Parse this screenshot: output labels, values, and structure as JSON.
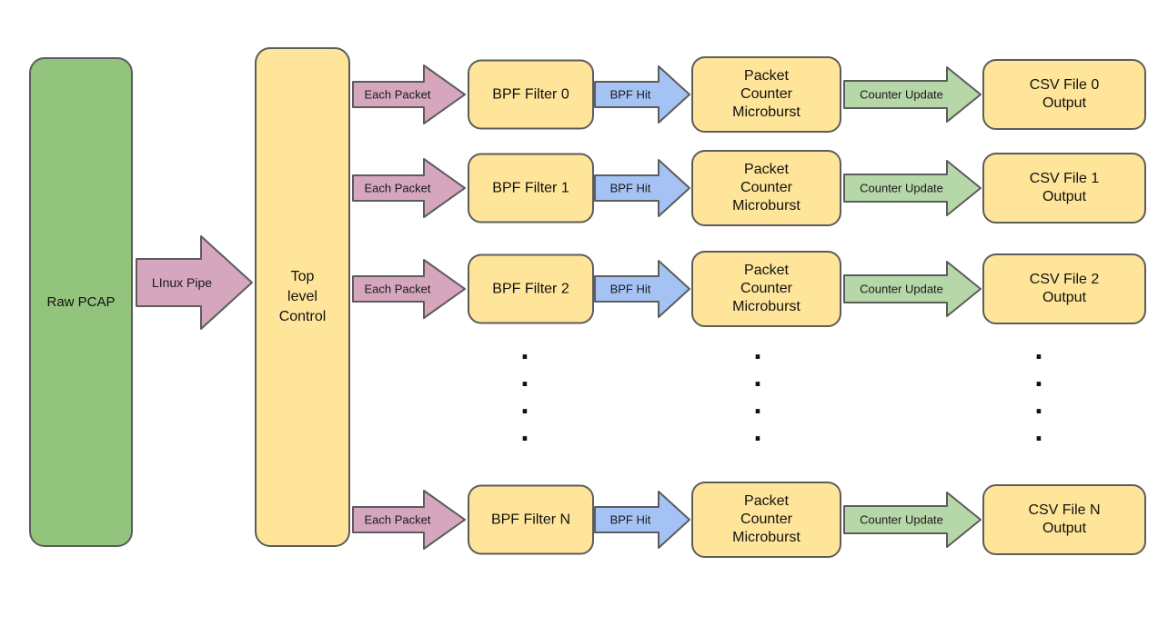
{
  "colors": {
    "background": "#ffffff",
    "source_box_fill": "#93c47d",
    "process_box_fill": "#ffe599",
    "packet_arrow_fill": "#d5a6bd",
    "hit_arrow_fill": "#a4c2f4",
    "update_arrow_fill": "#b6d7a8",
    "stroke": "#5c5c5c",
    "text": "#111111"
  },
  "diagram": {
    "source_box": "Raw PCAP",
    "pipe_arrow_label": "LInux Pipe",
    "control_box": "Top\nlevel\nControl",
    "ellipsis_dot": ".",
    "rows": [
      {
        "packet_label": "Each Packet",
        "filter": "BPF Filter 0",
        "hit_label": "BPF Hit",
        "counter": "Packet\nCounter\nMicroburst",
        "update_label": "Counter Update",
        "output": "CSV File 0\nOutput"
      },
      {
        "packet_label": "Each Packet",
        "filter": "BPF Filter 1",
        "hit_label": "BPF Hit",
        "counter": "Packet\nCounter\nMicroburst",
        "update_label": "Counter Update",
        "output": "CSV File 1\nOutput"
      },
      {
        "packet_label": "Each Packet",
        "filter": "BPF Filter 2",
        "hit_label": "BPF Hit",
        "counter": "Packet\nCounter\nMicroburst",
        "update_label": "Counter Update",
        "output": "CSV File 2\nOutput"
      },
      {
        "packet_label": "Each Packet",
        "filter": "BPF Filter N",
        "hit_label": "BPF Hit",
        "counter": "Packet\nCounter\nMicroburst",
        "update_label": "Counter Update",
        "output": "CSV File N\nOutput"
      }
    ]
  }
}
